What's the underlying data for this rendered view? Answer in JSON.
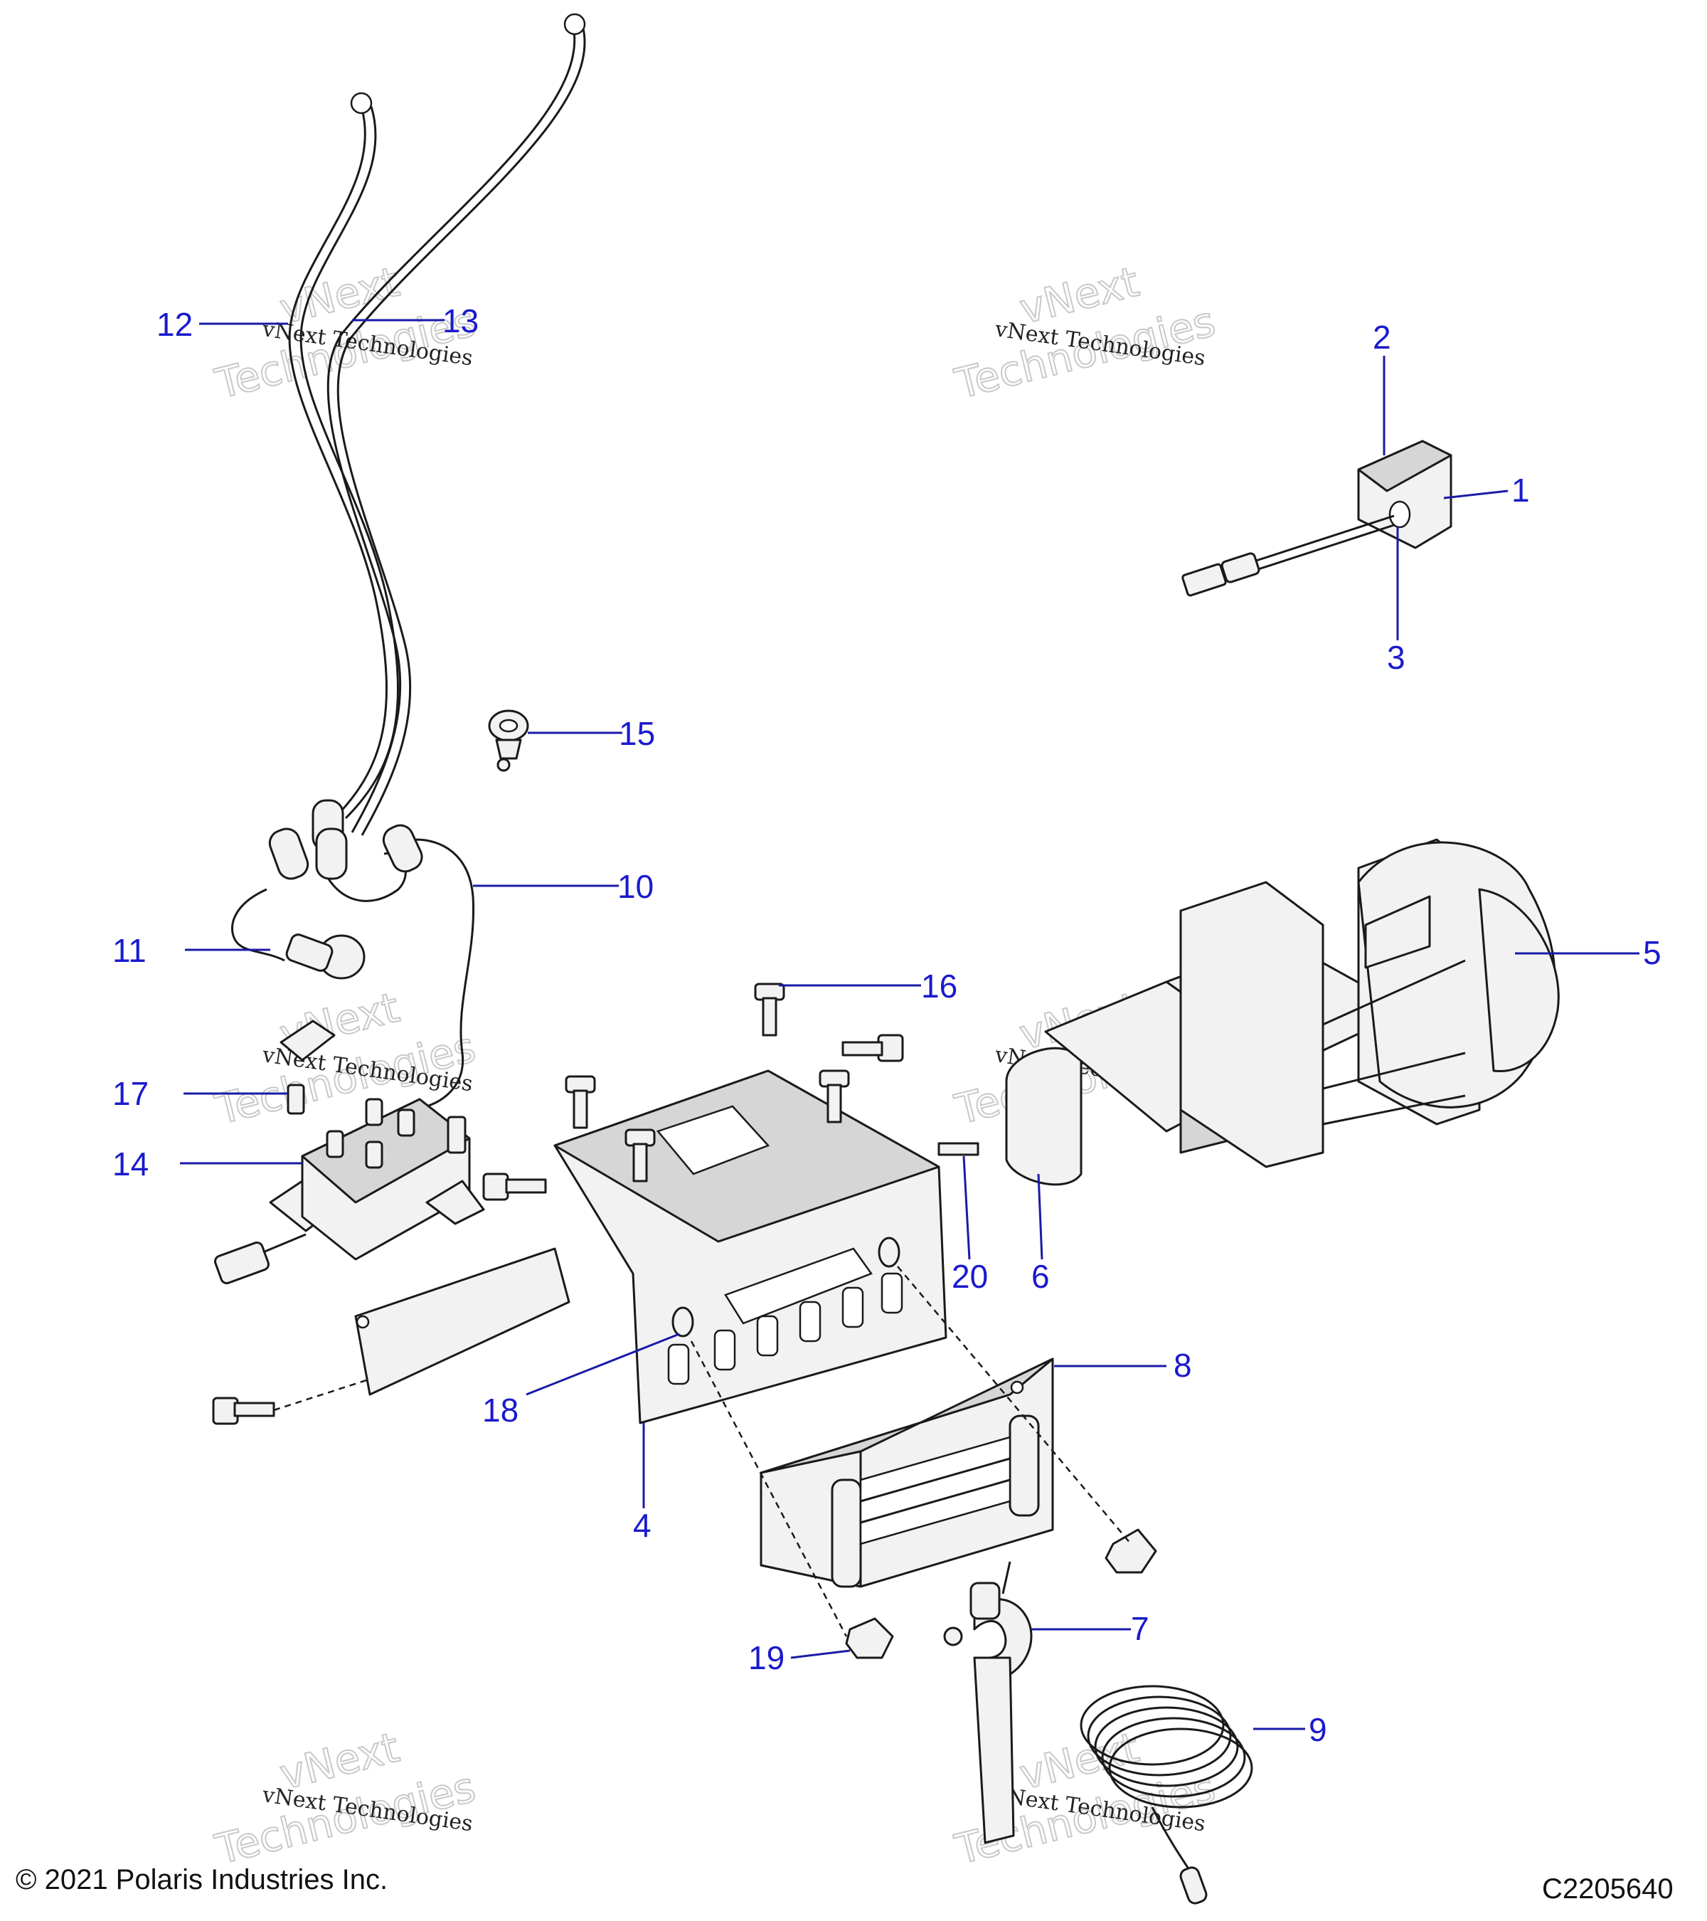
{
  "callouts": [
    {
      "id": "c1",
      "label": "1"
    },
    {
      "id": "c2",
      "label": "2"
    },
    {
      "id": "c3",
      "label": "3"
    },
    {
      "id": "c4",
      "label": "4"
    },
    {
      "id": "c5",
      "label": "5"
    },
    {
      "id": "c6",
      "label": "6"
    },
    {
      "id": "c7",
      "label": "7"
    },
    {
      "id": "c8",
      "label": "8"
    },
    {
      "id": "c9",
      "label": "9"
    },
    {
      "id": "c10",
      "label": "10"
    },
    {
      "id": "c11",
      "label": "11"
    },
    {
      "id": "c12",
      "label": "12"
    },
    {
      "id": "c13",
      "label": "13"
    },
    {
      "id": "c14",
      "label": "14"
    },
    {
      "id": "c15",
      "label": "15"
    },
    {
      "id": "c16",
      "label": "16"
    },
    {
      "id": "c17",
      "label": "17"
    },
    {
      "id": "c18",
      "label": "18"
    },
    {
      "id": "c19",
      "label": "19"
    },
    {
      "id": "c20",
      "label": "20"
    }
  ],
  "watermark": {
    "line1": "vNext Technologies",
    "line2": "vNext",
    "line3": "Technologies"
  },
  "footer": {
    "copyright": "© 2021 Polaris Industries Inc.",
    "drawing_number": "C2205640"
  },
  "colors": {
    "callout_text": "#1a1acc",
    "leader_line": "#1a1aa8",
    "line_art": "#1a1a1a"
  }
}
